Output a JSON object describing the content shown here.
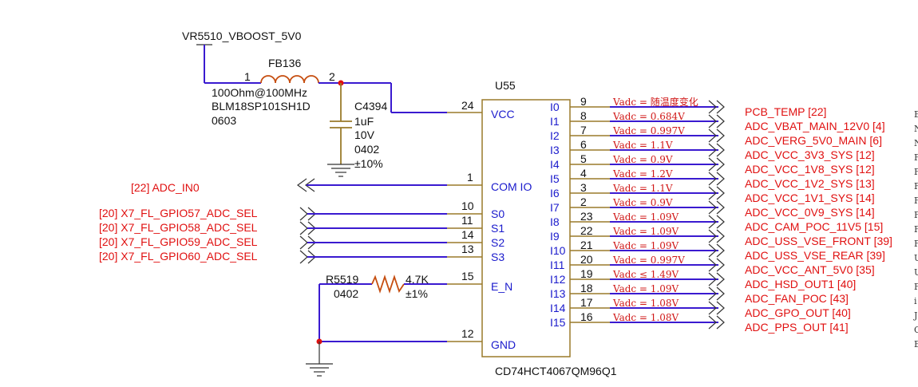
{
  "power_net": "VR5510_VBOOST_5V0",
  "ferrite": {
    "ref": "FB136",
    "pin1": "1",
    "pin2": "2",
    "value": "100Ohm@100MHz",
    "part": "BLM18SP101SH1D",
    "package": "0603"
  },
  "capacitor": {
    "ref": "C4394",
    "value": "1uF",
    "voltage": "10V",
    "package": "0402",
    "tolerance": "±10%"
  },
  "resistor": {
    "ref": "R5519",
    "package": "0402",
    "value": "4.7K",
    "tolerance": "±1%"
  },
  "ic": {
    "ref": "U55",
    "part": "CD74HCT4067QM96Q1",
    "vcc": {
      "pin": "24",
      "label": "VCC"
    },
    "com": {
      "pin": "1",
      "label": "COM IO"
    },
    "en": {
      "pin": "15",
      "label": "E_N"
    },
    "gnd": {
      "pin": "12",
      "label": "GND"
    },
    "selects": [
      {
        "pin": "10",
        "label": "S0",
        "net": "[20] X7_FL_GPIO57_ADC_SEL"
      },
      {
        "pin": "11",
        "label": "S1",
        "net": "[20] X7_FL_GPIO58_ADC_SEL"
      },
      {
        "pin": "14",
        "label": "S2",
        "net": "[20] X7_FL_GPIO59_ADC_SEL"
      },
      {
        "pin": "13",
        "label": "S3",
        "net": "[20] X7_FL_GPIO60_ADC_SEL"
      }
    ]
  },
  "com_net": "[22] ADC_IN0",
  "channels": [
    {
      "input": "I0",
      "pin": "9",
      "note": "Vadc = 随温度变化",
      "net": "PCB_TEMP [22]"
    },
    {
      "input": "I1",
      "pin": "8",
      "note": "Vadc = 0.684V",
      "net": "ADC_VBAT_MAIN_12V0 [4]"
    },
    {
      "input": "I2",
      "pin": "7",
      "note": "Vadc = 0.997V",
      "net": "ADC_VERG_5V0_MAIN [6]"
    },
    {
      "input": "I3",
      "pin": "6",
      "note": "Vadc = 1.1V",
      "net": "ADC_VCC_3V3_SYS [12]"
    },
    {
      "input": "I4",
      "pin": "5",
      "note": "Vadc = 0.9V",
      "net": "ADC_VCC_1V8_SYS [12]"
    },
    {
      "input": "I5",
      "pin": "4",
      "note": "Vadc = 1.2V",
      "net": "ADC_VCC_1V2_SYS [13]"
    },
    {
      "input": "I6",
      "pin": "3",
      "note": "Vadc = 1.1V",
      "net": "ADC_VCC_1V1_SYS [14]"
    },
    {
      "input": "I7",
      "pin": "2",
      "note": "Vadc = 0.9V",
      "net": "ADC_VCC_0V9_SYS [14]"
    },
    {
      "input": "I8",
      "pin": "23",
      "note": "Vadc = 1.09V",
      "net": "ADC_CAM_POC_11V5 [15]"
    },
    {
      "input": "I9",
      "pin": "22",
      "note": "Vadc = 1.09V",
      "net": "ADC_USS_VSE_FRONT [39]"
    },
    {
      "input": "I10",
      "pin": "21",
      "note": "Vadc = 1.09V",
      "net": "ADC_USS_VSE_REAR [39]"
    },
    {
      "input": "I11",
      "pin": "20",
      "note": "Vadc = 0.997V",
      "net": "ADC_VCC_ANT_5V0 [35]"
    },
    {
      "input": "I12",
      "pin": "19",
      "note": "Vadc ≤ 1.49V",
      "net": "ADC_HSD_OUT1 [40]"
    },
    {
      "input": "I13",
      "pin": "18",
      "note": "Vadc = 1.09V",
      "net": "ADC_FAN_POC [43]"
    },
    {
      "input": "I14",
      "pin": "17",
      "note": "Vadc = 1.08V",
      "net": "ADC_GPO_OUT [40]"
    },
    {
      "input": "I15",
      "pin": "16",
      "note": "Vadc = 1.08V",
      "net": "ADC_PPS_OUT [41]"
    }
  ],
  "edge_fragments": [
    "E",
    "N",
    "N",
    "F",
    "F",
    "F",
    "F",
    "F",
    "F",
    "F",
    "U",
    "U",
    "F",
    "i",
    "J",
    "C",
    "E"
  ]
}
